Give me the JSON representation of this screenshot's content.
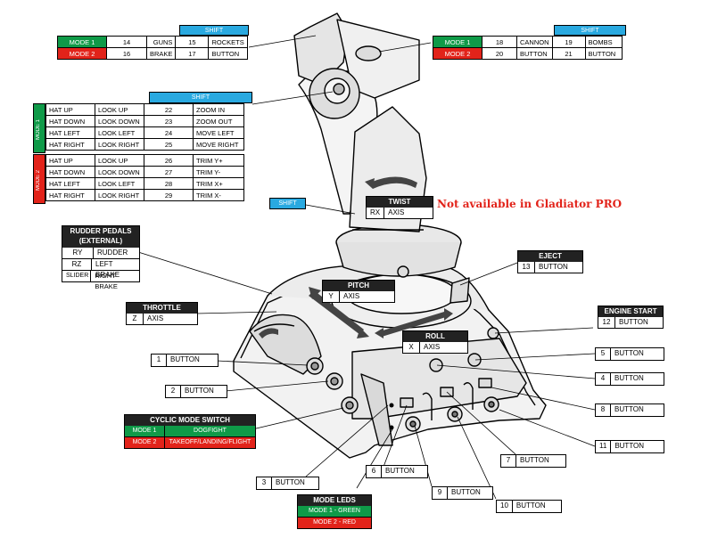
{
  "shift_label": "SHIFT",
  "top_left": {
    "rows": [
      {
        "mode": "MODE 1",
        "btn": "14",
        "func": "GUNS",
        "shift_btn": "15",
        "shift_func": "ROCKETS"
      },
      {
        "mode": "MODE 2",
        "btn": "16",
        "func": "BRAKE",
        "shift_btn": "17",
        "shift_func": "BUTTON"
      }
    ]
  },
  "top_right": {
    "rows": [
      {
        "mode": "MODE 1",
        "btn": "18",
        "func": "CANNON",
        "shift_btn": "19",
        "shift_func": "BOMBS"
      },
      {
        "mode": "MODE 2",
        "btn": "20",
        "func": "BUTTON",
        "shift_btn": "21",
        "shift_func": "BUTTON"
      }
    ]
  },
  "hat_table": {
    "mode1_label": "MODE 1",
    "mode2_label": "MODE 2",
    "mode1": [
      {
        "hat": "HAT UP",
        "func": "LOOK UP",
        "shift_btn": "22",
        "shift_func": "ZOOM IN"
      },
      {
        "hat": "HAT DOWN",
        "func": "LOOK DOWN",
        "shift_btn": "23",
        "shift_func": "ZOOM OUT"
      },
      {
        "hat": "HAT LEFT",
        "func": "LOOK LEFT",
        "shift_btn": "24",
        "shift_func": "MOVE LEFT"
      },
      {
        "hat": "HAT RIGHT",
        "func": "LOOK RIGHT",
        "shift_btn": "25",
        "shift_func": "MOVE RIGHT"
      }
    ],
    "mode2": [
      {
        "hat": "HAT UP",
        "func": "LOOK UP",
        "shift_btn": "26",
        "shift_func": "TRIM Y+"
      },
      {
        "hat": "HAT DOWN",
        "func": "LOOK DOWN",
        "shift_btn": "27",
        "shift_func": "TRIM Y-"
      },
      {
        "hat": "HAT LEFT",
        "func": "LOOK LEFT",
        "shift_btn": "28",
        "shift_func": "TRIM X+"
      },
      {
        "hat": "HAT RIGHT",
        "func": "LOOK RIGHT",
        "shift_btn": "29",
        "shift_func": "TRIM X-"
      }
    ]
  },
  "shift_callout": "SHIFT",
  "twist": {
    "title": "TWIST",
    "axis_id": "RX",
    "axis_label": "AXIS"
  },
  "not_available": "Not available in Gladiator PRO",
  "rudder": {
    "title_line1": "RUDDER PEDALS",
    "title_line2": "(EXTERNAL)",
    "rows": [
      {
        "axis": "RY",
        "func": "RUDDER"
      },
      {
        "axis": "RZ",
        "func": "LEFT BRAKE"
      },
      {
        "axis": "SLIDER",
        "func": "RIGHT BRAKE"
      }
    ]
  },
  "eject": {
    "title": "EJECT",
    "num": "13",
    "label": "BUTTON"
  },
  "pitch": {
    "title": "PITCH",
    "axis_id": "Y",
    "axis_label": "AXIS"
  },
  "throttle": {
    "title": "THROTTLE",
    "axis_id": "Z",
    "axis_label": "AXIS"
  },
  "engine_start": {
    "title": "ENGINE START",
    "num": "12",
    "label": "BUTTON"
  },
  "roll": {
    "title": "ROLL",
    "axis_id": "X",
    "axis_label": "AXIS"
  },
  "buttons": {
    "b1": {
      "num": "1",
      "label": "BUTTON"
    },
    "b2": {
      "num": "2",
      "label": "BUTTON"
    },
    "b3": {
      "num": "3",
      "label": "BUTTON"
    },
    "b4": {
      "num": "4",
      "label": "BUTTON"
    },
    "b5": {
      "num": "5",
      "label": "BUTTON"
    },
    "b6": {
      "num": "6",
      "label": "BUTTON"
    },
    "b7": {
      "num": "7",
      "label": "BUTTON"
    },
    "b8": {
      "num": "8",
      "label": "BUTTON"
    },
    "b9": {
      "num": "9",
      "label": "BUTTON"
    },
    "b10": {
      "num": "10",
      "label": "BUTTON"
    },
    "b11": {
      "num": "11",
      "label": "BUTTON"
    }
  },
  "cyclic": {
    "title": "CYCLIC MODE SWITCH",
    "rows": [
      {
        "mode": "MODE 1",
        "func": "DOGFIGHT"
      },
      {
        "mode": "MODE 2",
        "func": "TAKEOFF/LANDING/FLIGHT"
      }
    ]
  },
  "mode_leds": {
    "title": "MODE LEDS",
    "rows": [
      "MODE 1 - GREEN",
      "MODE 2 - RED"
    ]
  },
  "colors": {
    "mode1": "#0f9a48",
    "mode2": "#e2231a",
    "shift": "#29a9e0",
    "note": "#e2231a",
    "header": "#222222"
  }
}
